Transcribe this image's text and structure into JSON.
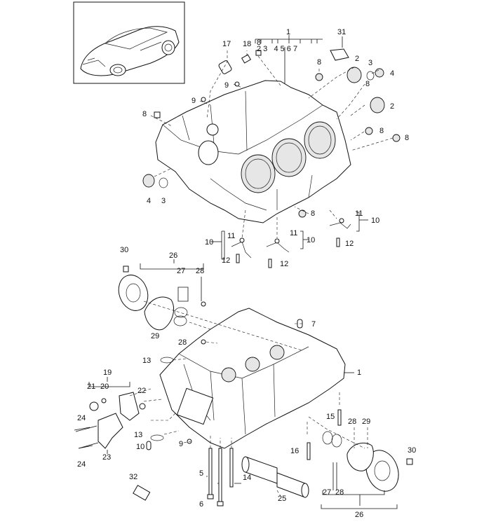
{
  "diagram": {
    "labels": [
      {
        "id": "l1",
        "text": "1"
      },
      {
        "id": "l1g",
        "text": "2 3   4 5 6 7"
      },
      {
        "id": "l31",
        "text": "31"
      },
      {
        "id": "l17",
        "text": "17"
      },
      {
        "id": "l18",
        "text": "18"
      },
      {
        "id": "l8a",
        "text": "8"
      },
      {
        "id": "l8b",
        "text": "8"
      },
      {
        "id": "l2a",
        "text": "2"
      },
      {
        "id": "l3a",
        "text": "3"
      },
      {
        "id": "l4a",
        "text": "4"
      },
      {
        "id": "l9a",
        "text": "9"
      },
      {
        "id": "l9b",
        "text": "9"
      },
      {
        "id": "l2b",
        "text": "2"
      },
      {
        "id": "l8c",
        "text": "8"
      },
      {
        "id": "l8d",
        "text": "8"
      },
      {
        "id": "l8e",
        "text": "8"
      },
      {
        "id": "l8f",
        "text": "8"
      },
      {
        "id": "l4b",
        "text": "4"
      },
      {
        "id": "l3b",
        "text": "3"
      },
      {
        "id": "l8g",
        "text": "8"
      },
      {
        "id": "l11a",
        "text": "11"
      },
      {
        "id": "l10a",
        "text": "10"
      },
      {
        "id": "l12a",
        "text": "12"
      },
      {
        "id": "l11b",
        "text": "11"
      },
      {
        "id": "l10b",
        "text": "10"
      },
      {
        "id": "l11c",
        "text": "11"
      },
      {
        "id": "l10c",
        "text": "10"
      },
      {
        "id": "l12b",
        "text": "12"
      },
      {
        "id": "l12c",
        "text": "12"
      },
      {
        "id": "l30a",
        "text": "30"
      },
      {
        "id": "l26a",
        "text": "26"
      },
      {
        "id": "l27a",
        "text": "27"
      },
      {
        "id": "l28a",
        "text": "28"
      },
      {
        "id": "l29a",
        "text": "29"
      },
      {
        "id": "l7",
        "text": "7"
      },
      {
        "id": "l28b",
        "text": "28"
      },
      {
        "id": "l13a",
        "text": "13"
      },
      {
        "id": "l1b",
        "text": "1"
      },
      {
        "id": "l19",
        "text": "19"
      },
      {
        "id": "l21",
        "text": "21"
      },
      {
        "id": "l20",
        "text": "20"
      },
      {
        "id": "l22",
        "text": "22"
      },
      {
        "id": "l24a",
        "text": "24"
      },
      {
        "id": "l24b",
        "text": "24"
      },
      {
        "id": "l23",
        "text": "23"
      },
      {
        "id": "l13b",
        "text": "13"
      },
      {
        "id": "l10d",
        "text": "10"
      },
      {
        "id": "l9c",
        "text": "9"
      },
      {
        "id": "l15",
        "text": "15"
      },
      {
        "id": "l28c",
        "text": "28"
      },
      {
        "id": "l29b",
        "text": "29"
      },
      {
        "id": "l16",
        "text": "16"
      },
      {
        "id": "l30b",
        "text": "30"
      },
      {
        "id": "l5",
        "text": "5"
      },
      {
        "id": "l14",
        "text": "14"
      },
      {
        "id": "l32",
        "text": "32"
      },
      {
        "id": "l25",
        "text": "25"
      },
      {
        "id": "l27b",
        "text": "27"
      },
      {
        "id": "l28d",
        "text": "28"
      },
      {
        "id": "l6",
        "text": "6"
      },
      {
        "id": "l26b",
        "text": "26"
      }
    ]
  }
}
